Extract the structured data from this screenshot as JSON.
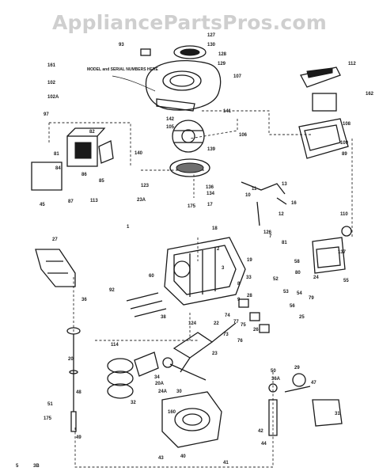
{
  "watermark": "AppliancePartsPros.com",
  "note": "MODEL and SERIAL NUMBERS HERE",
  "part_numbers": [
    "93",
    "127",
    "130",
    "128",
    "129",
    "112",
    "162",
    "161",
    "102",
    "102A",
    "97",
    "107",
    "141",
    "142",
    "105",
    "106",
    "108",
    "109",
    "89",
    "82",
    "81",
    "84",
    "86",
    "85",
    "87",
    "45",
    "123",
    "140",
    "139",
    "136",
    "134",
    "175",
    "11",
    "10",
    "13",
    "12",
    "7",
    "137",
    "110",
    "16",
    "17",
    "18",
    "19",
    "33",
    "126",
    "1",
    "2",
    "3",
    "8",
    "28",
    "27",
    "36",
    "60",
    "92",
    "55",
    "79",
    "24",
    "81",
    "58",
    "80",
    "52",
    "53",
    "54",
    "56",
    "25",
    "26",
    "76",
    "75",
    "74",
    "77",
    "73",
    "124",
    "22",
    "23",
    "20",
    "114",
    "34",
    "50",
    "29",
    "32",
    "24A",
    "51",
    "36A",
    "47",
    "31",
    "30",
    "160",
    "40",
    "41",
    "42",
    "43",
    "44",
    "48",
    "49",
    "175",
    "113",
    "20A",
    "38",
    "23A",
    "9",
    "5",
    "3B"
  ]
}
